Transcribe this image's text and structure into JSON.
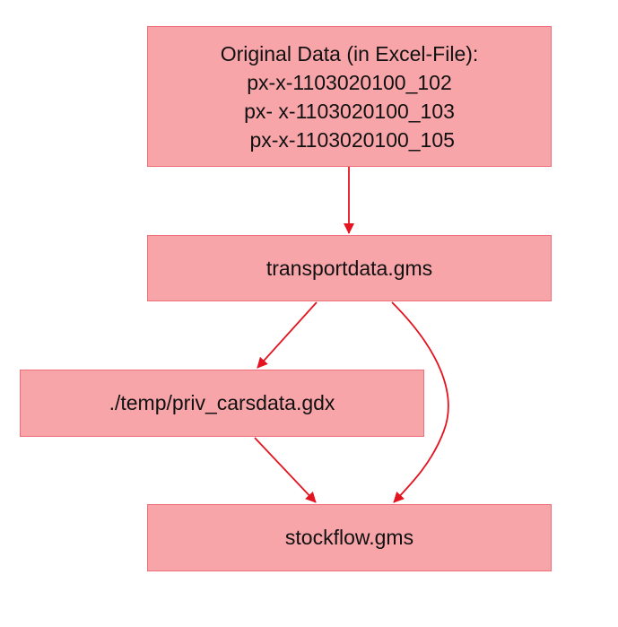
{
  "colors": {
    "node_fill": "#f8a5aa",
    "node_border": "#ee6f78",
    "edge": "#e3141f",
    "text": "#111111"
  },
  "nodes": {
    "original": {
      "lines": [
        "Original Data (in Excel-File):",
        "px-x-1103020100_102",
        "px- x-1103020100_103",
        " px-x-1103020100_105"
      ]
    },
    "transport": {
      "label": "transportdata.gms"
    },
    "temp": {
      "label": "./temp/priv_carsdata.gdx"
    },
    "stockflow": {
      "label": "stockflow.gms"
    }
  },
  "edges": [
    {
      "from": "original",
      "to": "transport"
    },
    {
      "from": "transport",
      "to": "temp"
    },
    {
      "from": "transport",
      "to": "stockflow"
    },
    {
      "from": "temp",
      "to": "stockflow"
    }
  ]
}
